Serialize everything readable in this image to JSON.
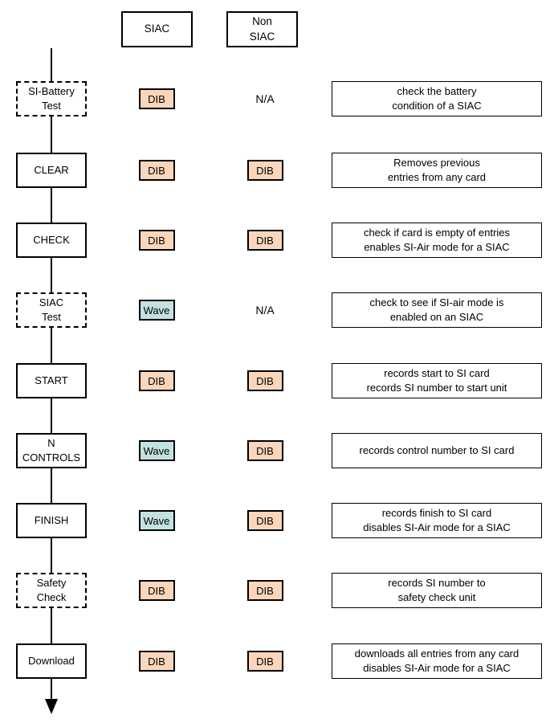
{
  "header": {
    "siac_label": "SIAC",
    "nonsiac_label": "Non\nSIAC"
  },
  "colors": {
    "dib_fill": "#FBD6BB",
    "wave_fill": "#C1E2E1",
    "line_color": "#000000"
  },
  "rows": [
    {
      "step": "SI-Battery\nTest",
      "step_style": "dashed",
      "siac": "DIB",
      "nonsiac": "N/A",
      "desc": "check the battery\ncondition of a SIAC"
    },
    {
      "step": "CLEAR",
      "step_style": "solid",
      "siac": "DIB",
      "nonsiac": "DIB",
      "desc": "Removes previous\nentries from any card"
    },
    {
      "step": "CHECK",
      "step_style": "solid",
      "siac": "DIB",
      "nonsiac": "DIB",
      "desc": "check if card is empty of entries\nenables SI-Air mode for a SIAC"
    },
    {
      "step": "SIAC\nTest",
      "step_style": "dashed",
      "siac": "Wave",
      "nonsiac": "N/A",
      "desc": "check to see if SI-air mode is\nenabled on an SIAC"
    },
    {
      "step": "START",
      "step_style": "solid",
      "siac": "DIB",
      "nonsiac": "DIB",
      "desc": "records start to SI card\nrecords SI number to start unit"
    },
    {
      "step": "N\nCONTROLS",
      "step_style": "solid",
      "siac": "Wave",
      "nonsiac": "DIB",
      "desc": "records control number to SI card"
    },
    {
      "step": "FINISH",
      "step_style": "solid",
      "siac": "Wave",
      "nonsiac": "DIB",
      "desc": "records finish to SI card\ndisables SI-Air mode for a SIAC"
    },
    {
      "step": "Safety\nCheck",
      "step_style": "dashed",
      "siac": "DIB",
      "nonsiac": "DIB",
      "desc": "records SI number to\nsafety check unit"
    },
    {
      "step": "Download",
      "step_style": "solid",
      "siac": "DIB",
      "nonsiac": "DIB",
      "desc": "downloads all entries from any card\ndisables SI-Air mode for a SIAC"
    }
  ]
}
